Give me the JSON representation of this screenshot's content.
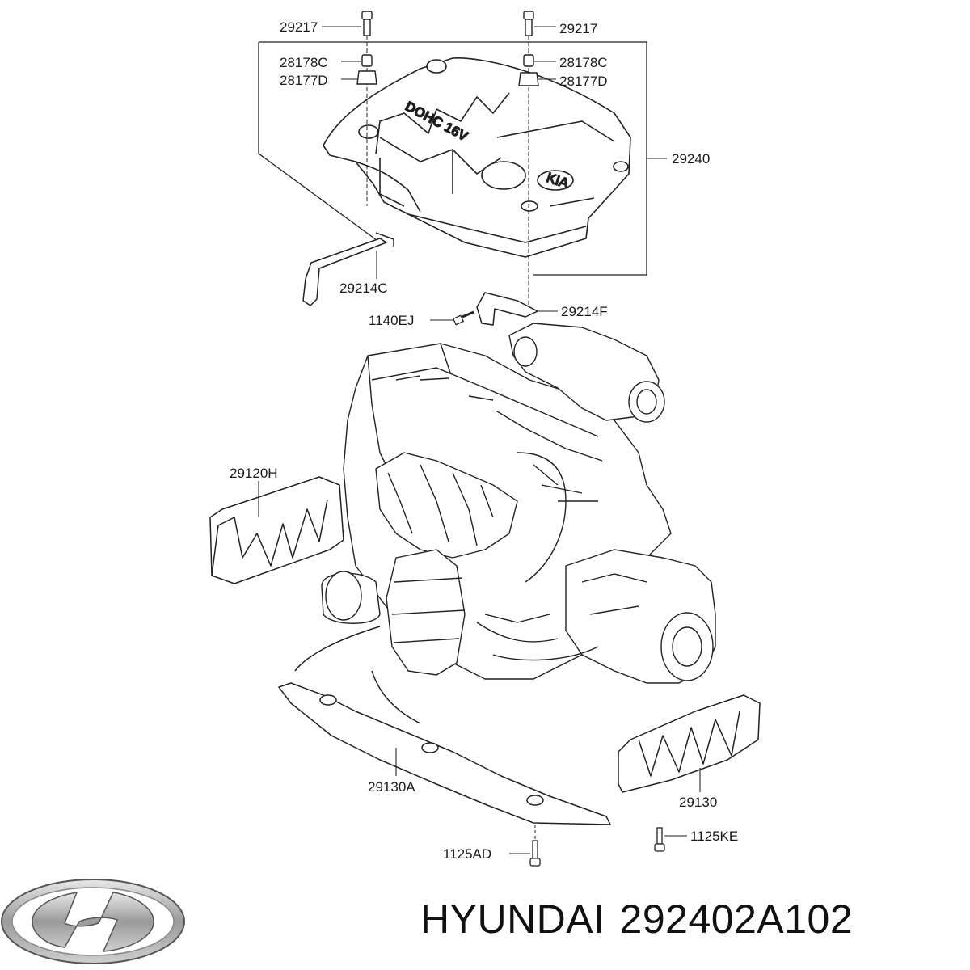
{
  "labels": {
    "bolt_left": "29217",
    "bolt_right": "29217",
    "collar_left": "28178C",
    "collar_right": "28178C",
    "grommet_left": "28177D",
    "grommet_right": "28177D",
    "engine_cover": "29240",
    "bracket_left": "29214C",
    "bracket_right": "29214F",
    "bolt_bracket": "1140EJ",
    "heat_shield_left": "29120H",
    "under_cover": "29130A",
    "heat_shield_right": "29130",
    "bolt_under": "1125AD",
    "bolt_shield": "1125KE"
  },
  "cover_text": {
    "engine_marking": "DOHC 16V",
    "emblem": "KIA"
  },
  "footer": {
    "brand": "HYUNDAI",
    "part_number": "292402A102"
  },
  "icons": {
    "logo": "hyundai-logo-icon"
  }
}
